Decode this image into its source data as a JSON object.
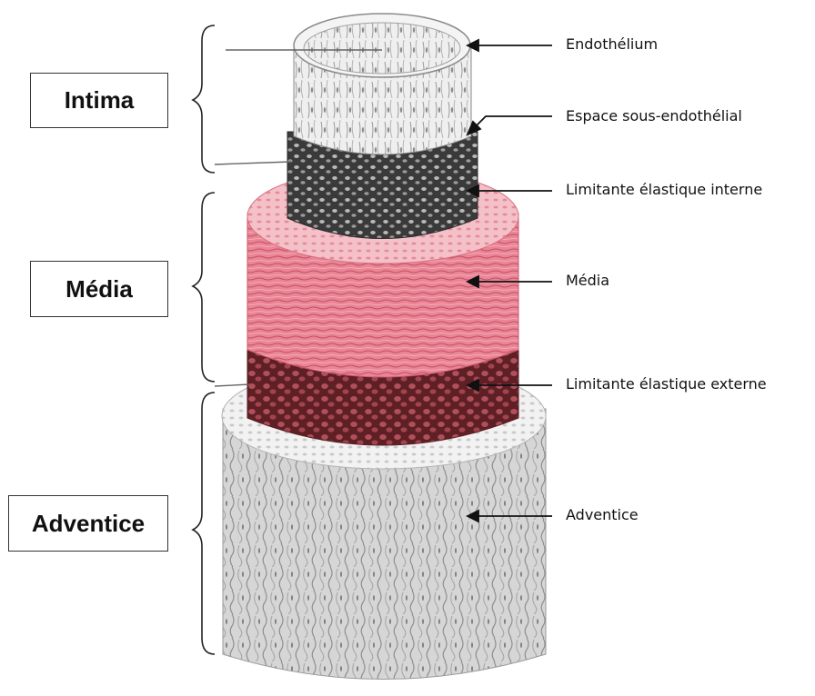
{
  "layer_groups": {
    "intima": "Intima",
    "media": "Média",
    "adventice": "Adventice"
  },
  "annotations": {
    "endothelium": "Endothélium",
    "subendothelial_space": "Espace sous-endothélial",
    "internal_elastic_lamina": "Limitante élastique interne",
    "media": "Média",
    "external_elastic_lamina": "Limitante élastique externe",
    "adventice": "Adventice"
  },
  "colors": {
    "endothelium_fill": "#ececec",
    "subendothelium_fill": "#4a4a4a",
    "media_fill": "#e97b8c",
    "external_lamina_fill": "#9b3a42",
    "adventice_fill": "#d9d9d9"
  }
}
